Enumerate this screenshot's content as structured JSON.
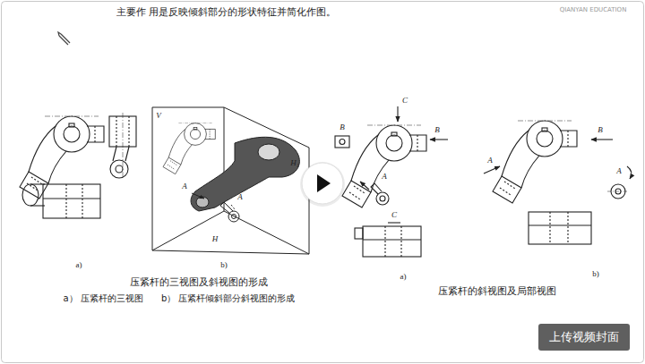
{
  "diagram": {
    "nodes": [
      {
        "text": [
          "上传视频封面"
        ]
      }
    ],
    "labels": [
      "主要作 用是反映倾斜部分的形状特征并简化作图。",
      "QIANYAN EDUCATION",
      "V",
      "A",
      "A",
      "H₁",
      "H",
      "a)",
      "b)",
      "压紧杆的三视图及斜视图的形成",
      "a） 压紧杆的三视图　　b） 压紧杆倾斜部分斜视图的形成",
      "C",
      "B",
      "B",
      "A",
      "C",
      "a)",
      "B",
      "A",
      "A",
      "b)",
      "压紧杆的斜视图及局部视图"
    ]
  }
}
